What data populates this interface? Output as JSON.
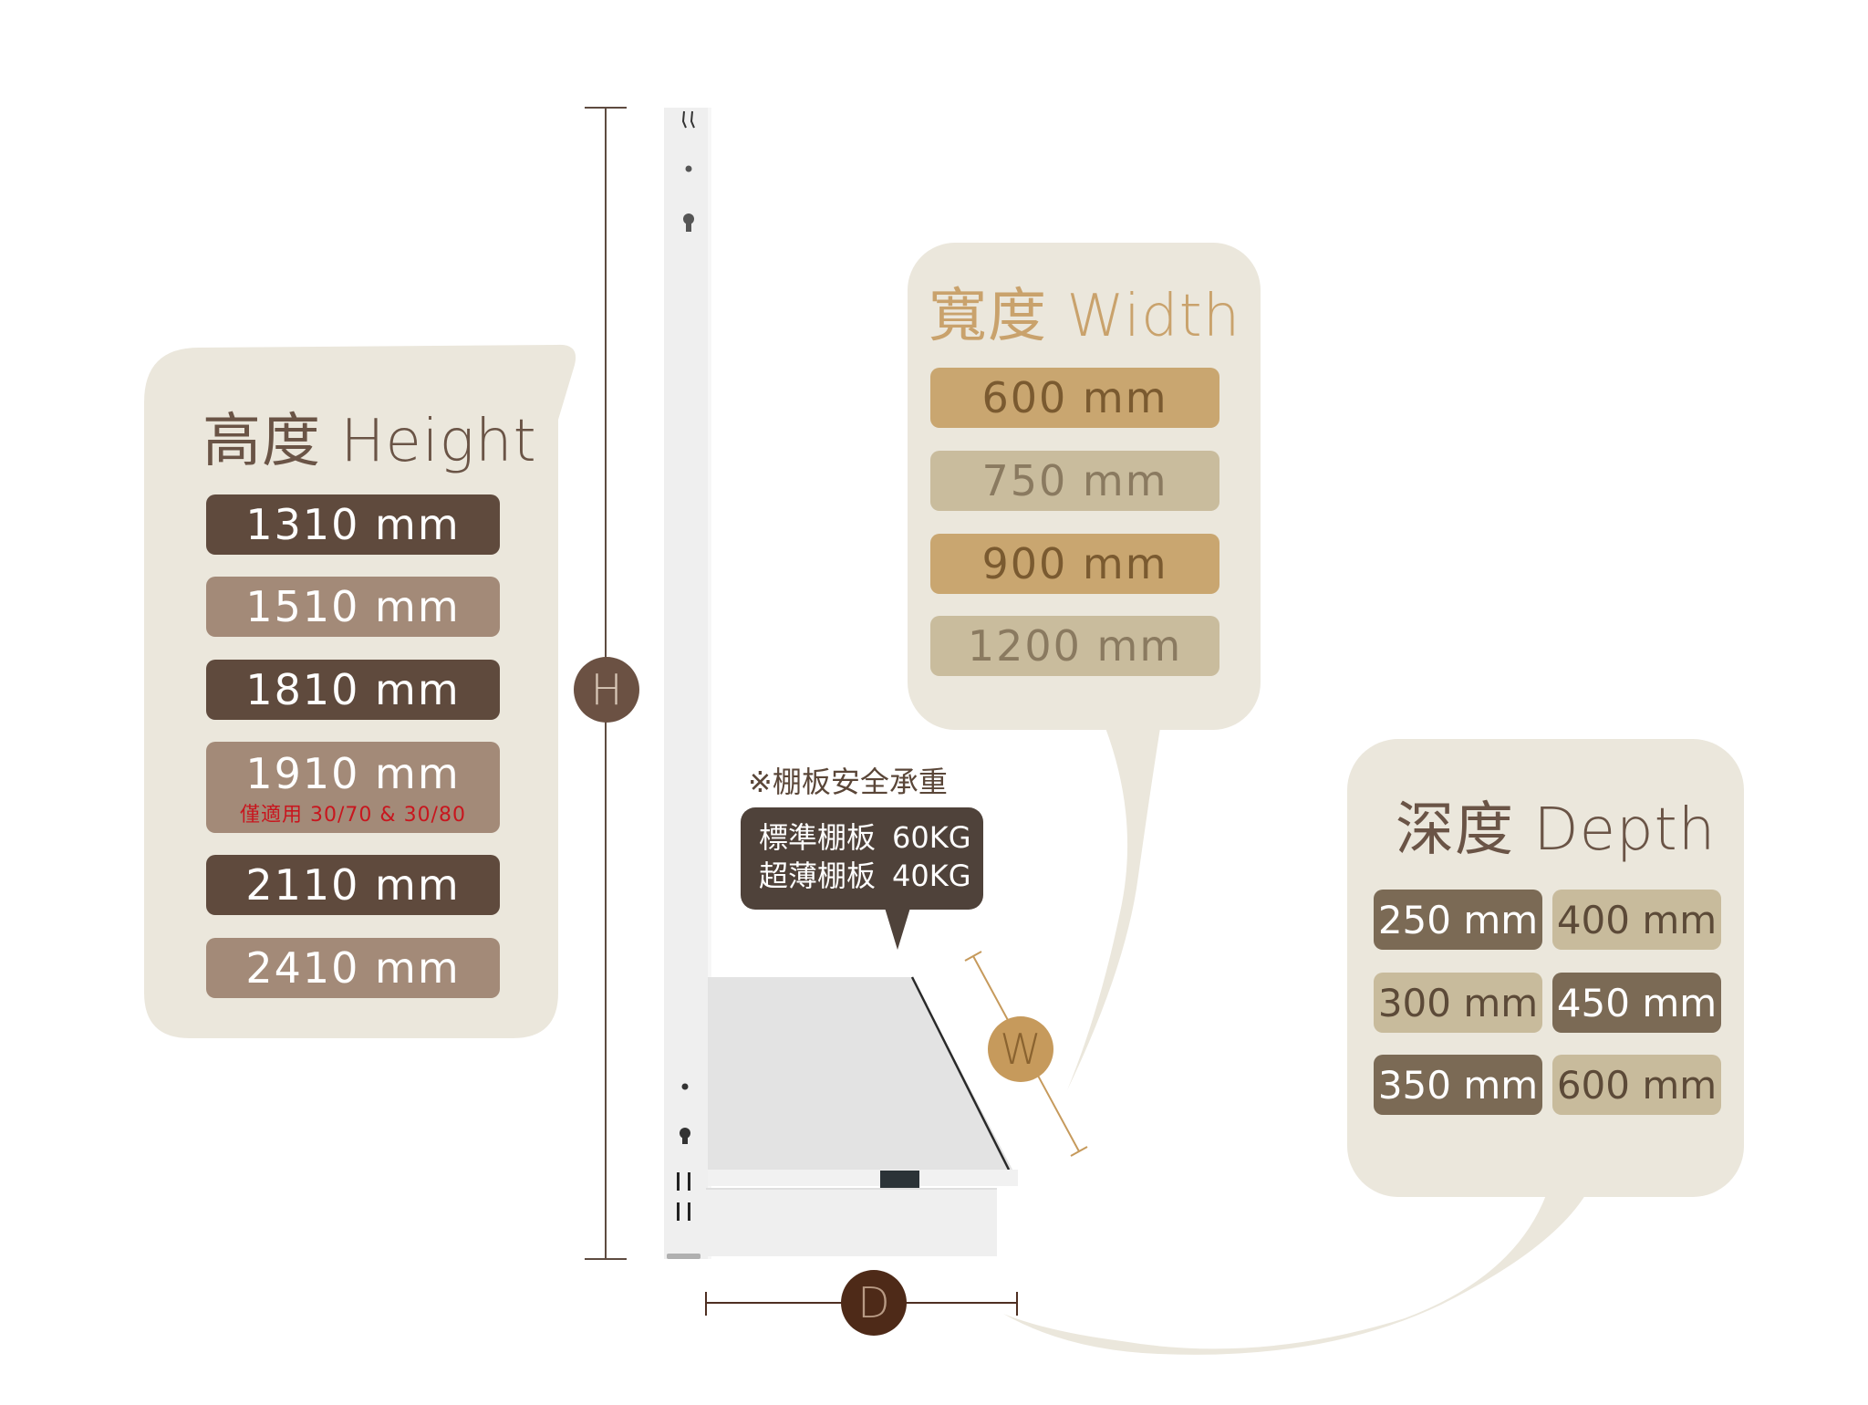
{
  "height": {
    "title": "高度 Height",
    "options": [
      {
        "label": "1310 mm",
        "tone": "dark"
      },
      {
        "label": "1510 mm",
        "tone": "light"
      },
      {
        "label": "1810 mm",
        "tone": "dark"
      },
      {
        "label": "1910 mm",
        "tone": "light",
        "note": "僅適用 30/70 & 30/80"
      },
      {
        "label": "2110 mm",
        "tone": "dark"
      },
      {
        "label": "2410 mm",
        "tone": "light"
      }
    ],
    "marker": "H",
    "colors": {
      "dark": "#5f4a3d",
      "light": "#a38a78",
      "note": "#c8161e"
    }
  },
  "width": {
    "title": "寬度 Width",
    "options": [
      {
        "label": "600 mm",
        "tone": "gold"
      },
      {
        "label": "750 mm",
        "tone": "tan"
      },
      {
        "label": "900 mm",
        "tone": "gold"
      },
      {
        "label": "1200 mm",
        "tone": "tan"
      }
    ],
    "marker": "W",
    "colors": {
      "gold": "#c9a670",
      "tan": "#c9bc9d"
    }
  },
  "depth": {
    "title": "深度 Depth",
    "options": [
      {
        "label": "250 mm",
        "tone": "dark"
      },
      {
        "label": "400 mm",
        "tone": "tan"
      },
      {
        "label": "300 mm",
        "tone": "tan"
      },
      {
        "label": "450 mm",
        "tone": "dark"
      },
      {
        "label": "350 mm",
        "tone": "dark"
      },
      {
        "label": "600 mm",
        "tone": "tan"
      }
    ],
    "marker": "D",
    "colors": {
      "dark": "#7b6a55",
      "tan": "#c8bb9c"
    }
  },
  "load": {
    "heading": "※棚板安全承重",
    "rows": [
      {
        "name": "標準棚板",
        "capacity": "60KG"
      },
      {
        "name": "超薄棚板",
        "capacity": "40KG"
      }
    ]
  },
  "colors": {
    "bubble_bg": "#ebe7dc",
    "dimension_line": "#5e4b40",
    "width_line": "#c69a5c"
  }
}
